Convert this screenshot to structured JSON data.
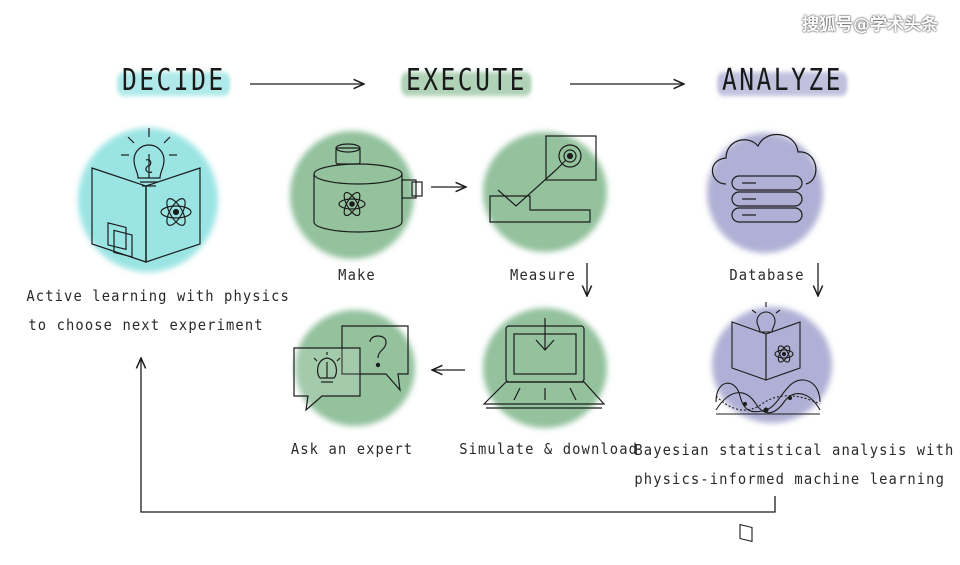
{
  "headings": {
    "decide": "DECIDE",
    "execute": "EXECUTE",
    "analyze": "ANALYZE"
  },
  "decide": {
    "label_line1": "Active learning with physics",
    "label_line2": "to choose next experiment"
  },
  "execute": {
    "make": "Make",
    "measure": "Measure",
    "simulate": "Simulate & download",
    "ask_expert": "Ask an expert"
  },
  "analyze": {
    "database": "Database",
    "bayesian_line1": "Bayesian statistical analysis with",
    "bayesian_line2": "physics-informed machine learning"
  },
  "watermark": "搜狐号@学术头条",
  "colors": {
    "decide_wash": "#6fd8d8",
    "execute_wash": "#6fae7c",
    "analyze_wash": "#8f8fc4",
    "line": "#1c1c1c"
  }
}
